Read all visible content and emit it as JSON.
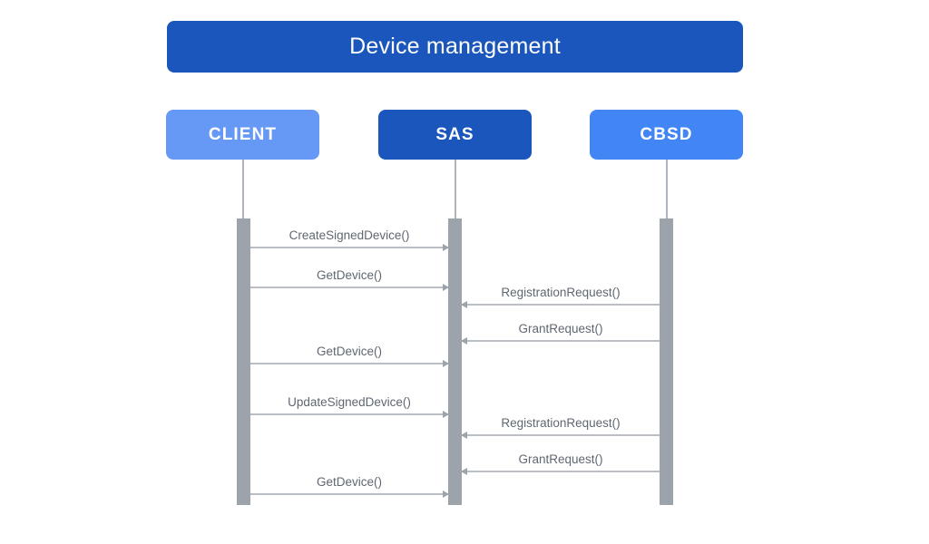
{
  "diagram": {
    "title": "Device management",
    "type": "sequence-diagram",
    "colors": {
      "title_bar": "#1A56BC",
      "client_box": "#6699F5",
      "sas_box": "#1A56BC",
      "cbsd_box": "#4285F4",
      "activation_bar": "#9DA3AB",
      "lifeline": "#AEB4BC",
      "message_line": "#B9BEC5",
      "message_label": "#5F6771",
      "background": "#FFFFFF"
    },
    "participants": [
      {
        "id": "client",
        "label": "CLIENT",
        "color": "#6699F5"
      },
      {
        "id": "sas",
        "label": "SAS",
        "color": "#1A56BC"
      },
      {
        "id": "cbsd",
        "label": "CBSD",
        "color": "#4285F4"
      }
    ],
    "messages": [
      {
        "label": "CreateSignedDevice()",
        "from": "client",
        "to": "sas",
        "direction": "right"
      },
      {
        "label": "GetDevice()",
        "from": "client",
        "to": "sas",
        "direction": "right"
      },
      {
        "label": "RegistrationRequest()",
        "from": "cbsd",
        "to": "sas",
        "direction": "left"
      },
      {
        "label": "GrantRequest()",
        "from": "cbsd",
        "to": "sas",
        "direction": "left"
      },
      {
        "label": "GetDevice()",
        "from": "client",
        "to": "sas",
        "direction": "right"
      },
      {
        "label": "UpdateSignedDevice()",
        "from": "client",
        "to": "sas",
        "direction": "right"
      },
      {
        "label": "RegistrationRequest()",
        "from": "cbsd",
        "to": "sas",
        "direction": "left"
      },
      {
        "label": "GrantRequest()",
        "from": "cbsd",
        "to": "sas",
        "direction": "left"
      },
      {
        "label": "GetDevice()",
        "from": "client",
        "to": "sas",
        "direction": "right"
      }
    ]
  }
}
